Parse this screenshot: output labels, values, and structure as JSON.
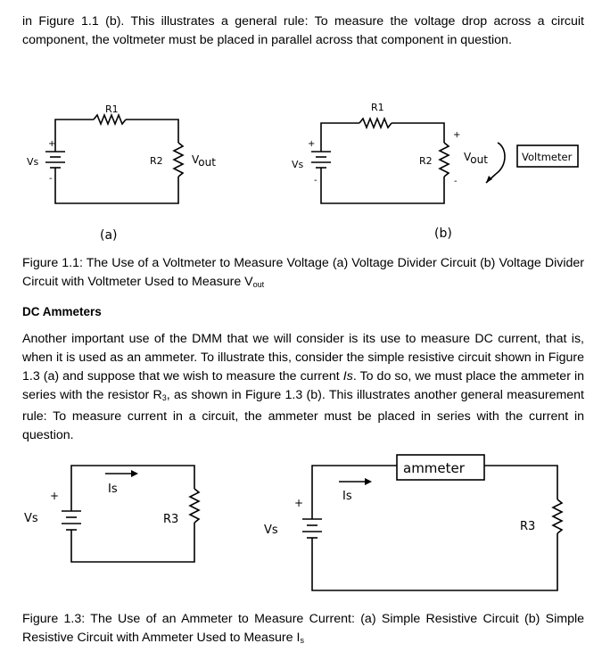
{
  "intro_paragraph": "in Figure 1.1 (b). This illustrates a general rule: To measure the voltage drop across a circuit component, the voltmeter must be placed in parallel across that component in question.",
  "figure_1_1": {
    "circuit_a": {
      "r1": "R1",
      "r2": "R2",
      "vs": "Vs",
      "vout_v": "V",
      "vout_sub": "out",
      "plus": "+",
      "minus": "-",
      "panel": "(a)"
    },
    "circuit_b": {
      "r1": "R1",
      "r2": "R2",
      "vs": "Vs",
      "vout_v": "V",
      "vout_sub": "out",
      "plus": "+",
      "minus": "-",
      "voltmeter": "Voltmeter",
      "panel": "(b)"
    },
    "caption_main": "Figure 1.1: The Use of a Voltmeter to Measure Voltage (a) Voltage Divider Circuit (b) Voltage Divider Circuit with Voltmeter Used to Measure V",
    "caption_sub": "out"
  },
  "heading": "DC Ammeters",
  "paragraph_1": "Another important use of the DMM that we will consider is its use to measure DC current, that is, when it is used as an ammeter. To illustrate this, consider the simple resistive circuit shown in Figure 1.3 (a) and suppose that we wish to measure the current ",
  "paragraph_1_is": "Is",
  "paragraph_2": ". To do so, we must place the ammeter in series with the resistor R",
  "paragraph_2_sub": "3",
  "paragraph_3": ", as shown in Figure 1.3 (b). This illustrates another general measurement rule: To measure current in a circuit, the ammeter must be placed in series with the current in question.",
  "figure_1_3": {
    "circuit_a": {
      "is": "Is",
      "vs": "Vs",
      "r3": "R3",
      "plus": "+"
    },
    "circuit_b": {
      "is": "Is",
      "vs": "Vs",
      "r3": "R3",
      "plus": "+",
      "ammeter": "ammeter"
    },
    "caption_main": "Figure 1.3: The Use of an Ammeter to Measure Current: (a) Simple Resistive Circuit (b) Simple Resistive Circuit with Ammeter Used to Measure I",
    "caption_sub": "s"
  }
}
